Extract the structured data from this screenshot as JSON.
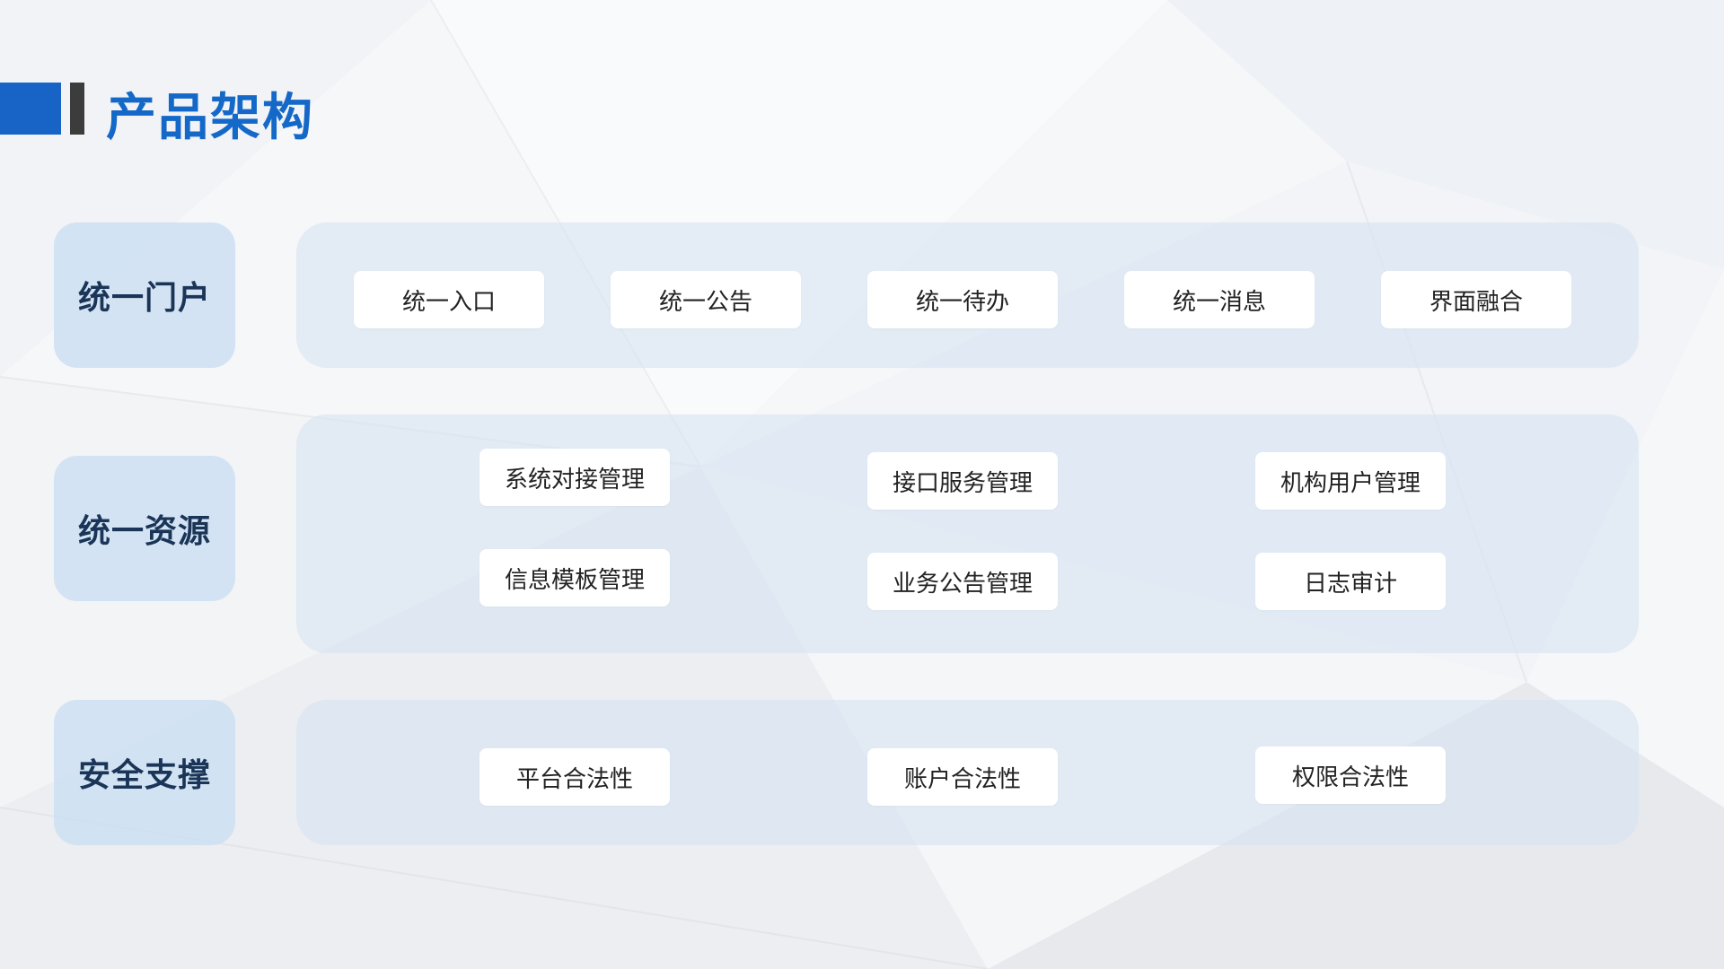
{
  "title": "产品架构",
  "colors": {
    "accent": "#1468c8",
    "label_text": "#1a3557"
  },
  "rows": [
    {
      "label": "统一门户",
      "items": [
        "统一入口",
        "统一公告",
        "统一待办",
        "统一消息",
        "界面融合"
      ]
    },
    {
      "label": "统一资源",
      "items": [
        "系统对接管理",
        "接口服务管理",
        "机构用户管理",
        "信息模板管理",
        "业务公告管理",
        "日志审计"
      ]
    },
    {
      "label": "安全支撑",
      "items": [
        "平台合法性",
        "账户合法性",
        "权限合法性"
      ]
    }
  ]
}
